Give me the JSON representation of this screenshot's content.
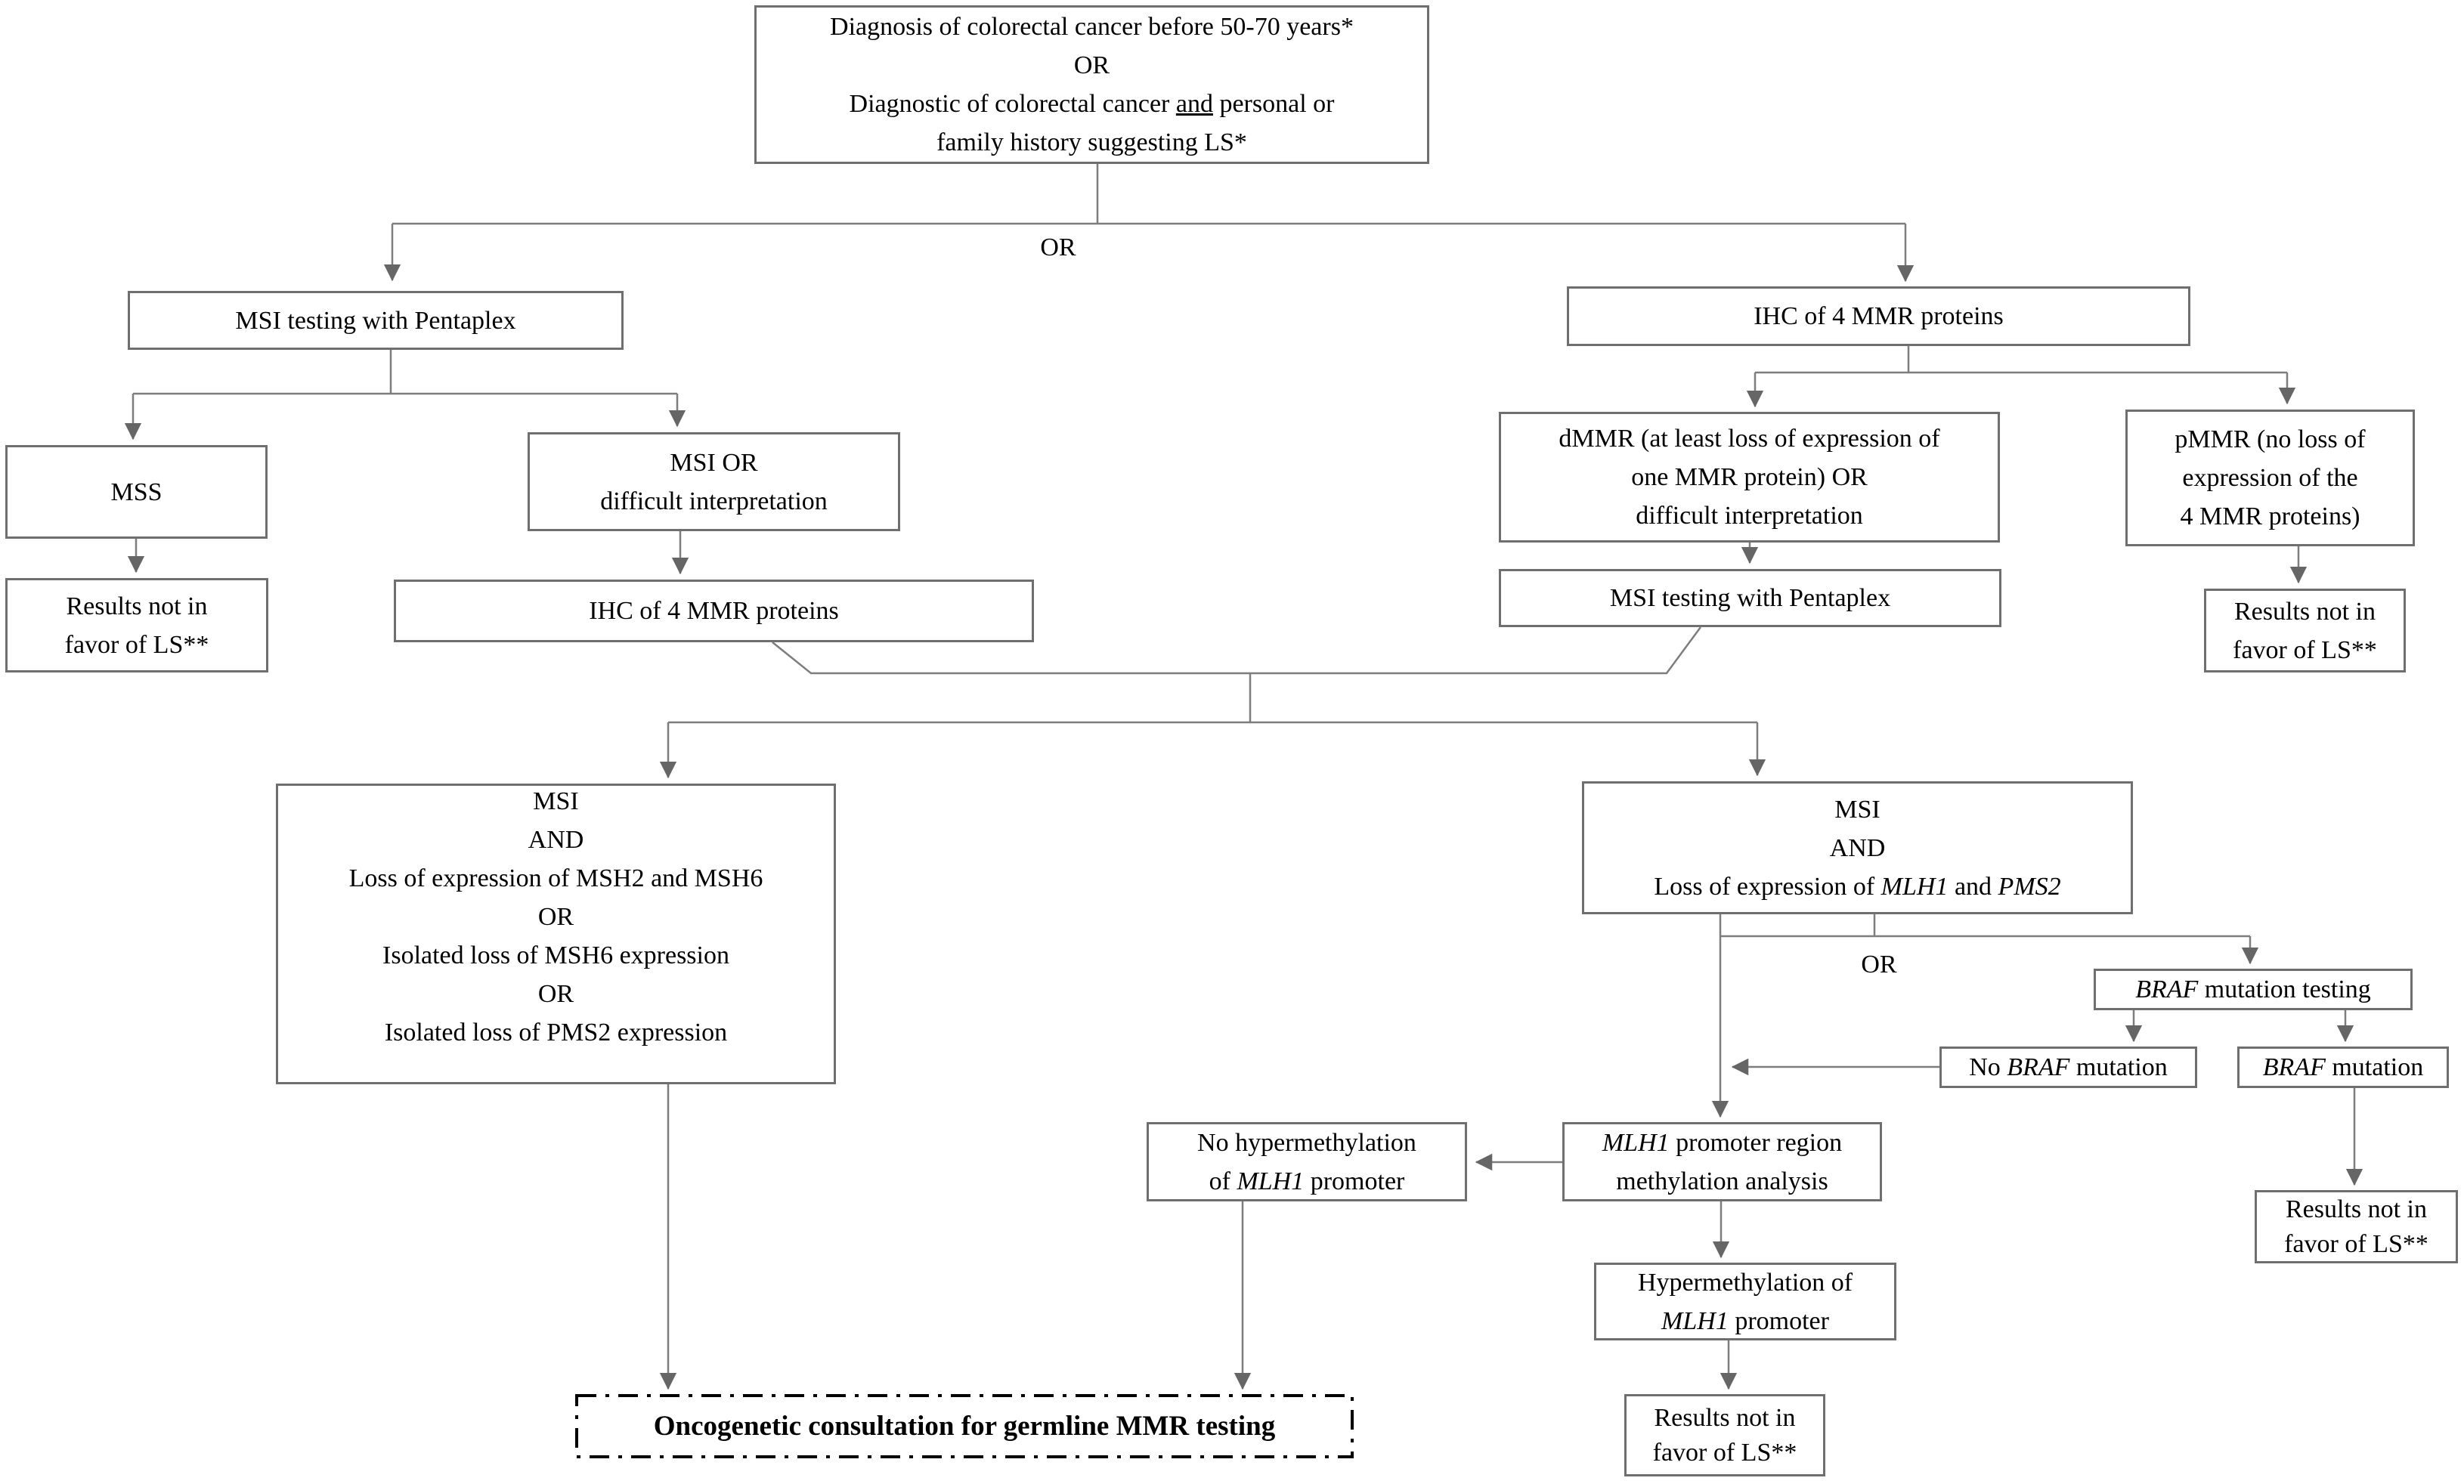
{
  "colors": {
    "background": "#ffffff",
    "connector": "#7d7d7d",
    "arrowhead": "#666666",
    "box_border": "#6f6f6f",
    "dashdot_border": "#000000",
    "text": "#000000"
  },
  "labels": {
    "or_top": "OR",
    "or_bottom": "OR"
  },
  "nodes": {
    "start": {
      "line1": "Diagnosis of colorectal cancer before 50-70 years*",
      "line2": "OR",
      "line3_pre": "Diagnostic of colorectal cancer ",
      "line3_and": "and",
      "line3_post": " personal or",
      "line4": "family history suggesting LS*"
    },
    "msi_pentaplex": "MSI testing with Pentaplex",
    "ihc_mmr": "IHC of 4 MMR proteins",
    "mss": "MSS",
    "msi_or_difficult": {
      "line1": "MSI OR",
      "line2": "difficult interpretation"
    },
    "results": {
      "line1": "Results not in",
      "line2": "favor of  LS**"
    },
    "dmmr": {
      "line1": "dMMR (at least loss of expression of",
      "line2": "one MMR protein) OR",
      "line3": "difficult interpretation"
    },
    "pmmr": {
      "line1": "pMMR (no loss of",
      "line2": "expression of the",
      "line3": "4 MMR proteins)"
    },
    "msi_msh": {
      "line1": "MSI",
      "line2": "AND",
      "line3": "Loss of expression of MSH2 and MSH6",
      "line4": "OR",
      "line5": "Isolated loss of MSH6 expression",
      "line6": "OR",
      "line7": "Isolated loss of PMS2 expression"
    },
    "msi_mlh": {
      "line1": "MSI",
      "line2": "AND",
      "line3_pre": "Loss of expression of ",
      "gene1": "MLH1",
      "line3_mid": " and ",
      "gene2": "PMS2"
    },
    "braf_testing": {
      "gene": "BRAF",
      "post": " mutation testing"
    },
    "no_braf": {
      "pre": "No ",
      "gene": "BRAF",
      "post": " mutation"
    },
    "braf_mutation": {
      "gene": "BRAF",
      "post": " mutation"
    },
    "no_hyper": {
      "line1": "No hypermethylation",
      "line2_pre": "of ",
      "gene": "MLH1",
      "line2_post": " promoter"
    },
    "mlh1_analysis": {
      "gene": "MLH1",
      "line1_post": " promoter region",
      "line2": "methylation analysis"
    },
    "hyper": {
      "line1": "Hypermethylation of",
      "gene": "MLH1",
      "line2_post": " promoter"
    },
    "oncogenetic": "Oncogenetic consultation for germline MMR testing"
  }
}
